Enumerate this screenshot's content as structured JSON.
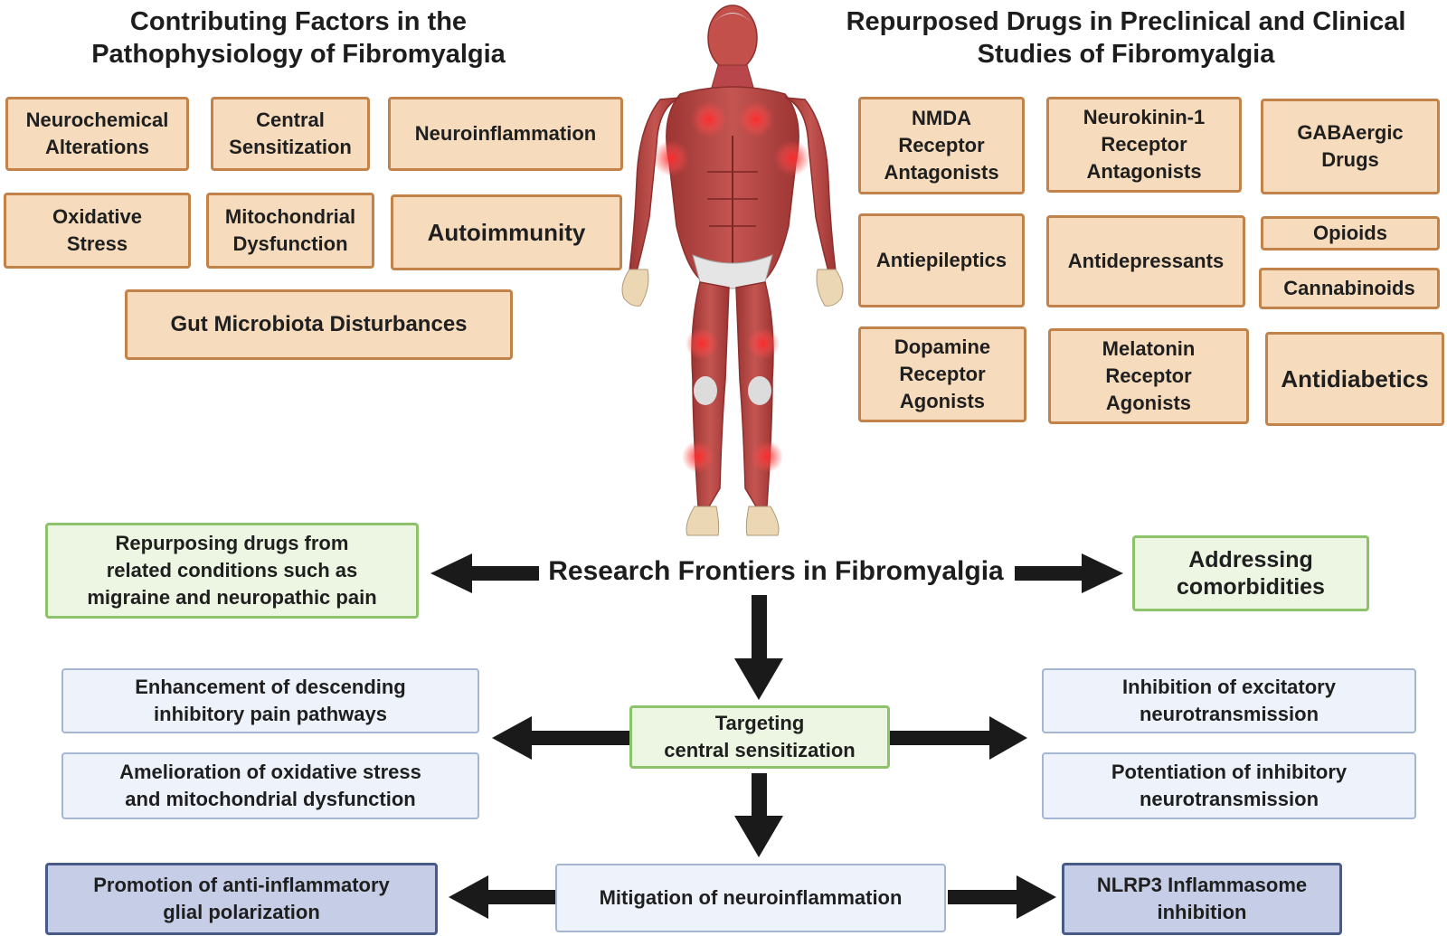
{
  "left_heading": "Contributing Factors in the\nPathophysiology of Fibromyalgia",
  "right_heading": "Repurposed Drugs in Preclinical and Clinical\nStudies of Fibromyalgia",
  "factors": {
    "neurochemical": "Neurochemical\nAlterations",
    "central_sensitization": "Central\nSensitization",
    "neuroinflammation": "Neuroinflammation",
    "oxidative_stress": "Oxidative\nStress",
    "mitochondrial": "Mitochondrial\nDysfunction",
    "autoimmunity": "Autoimmunity",
    "gut_microbiota": "Gut Microbiota Disturbances"
  },
  "drugs": {
    "nmda": "NMDA\nReceptor\nAntagonists",
    "neurokinin": "Neurokinin-1\nReceptor\nAntagonists",
    "gabaergic": "GABAergic\nDrugs",
    "antiepileptics": "Antiepileptics",
    "antidepressants": "Antidepressants",
    "opioids": "Opioids",
    "cannabinoids": "Cannabinoids",
    "dopamine": "Dopamine\nReceptor\nAgonists",
    "melatonin": "Melatonin\nReceptor\nAgonists",
    "antidiabetics": "Antidiabetics"
  },
  "frontiers": {
    "title": "Research Frontiers in Fibromyalgia",
    "repurposing": "Repurposing drugs from\nrelated conditions such as\nmigraine and neuropathic pain",
    "comorbidities": "Addressing\ncomorbidities",
    "targeting": "Targeting\ncentral sensitization",
    "descending": "Enhancement of descending\ninhibitory pain pathways",
    "oxidative": "Amelioration of oxidative stress\nand mitochondrial dysfunction",
    "excitatory": "Inhibition of excitatory\nneurotransmission",
    "inhibitory": "Potentiation of inhibitory\nneurotransmission",
    "neuroinflammation": "Mitigation of neuroinflammation",
    "glial": "Promotion of anti-inflammatory\nglial polarization",
    "nlrp3": "NLRP3 Inflammasome\ninhibition"
  },
  "colors": {
    "tan_fill": "#f6dcbd",
    "tan_border": "#c1834a",
    "green_fill": "#edf6e2",
    "green_border": "#8cc36b",
    "light_blue_fill": "#eef3fb",
    "dark_blue_fill": "#c6cde6",
    "arrow": "#1a1a1a",
    "muscle": "#b84a48",
    "pain_spot": "#ff3b3b"
  },
  "icons": {
    "human_figure": "human-muscle-anatomy-icon",
    "arrow": "arrow-icon"
  }
}
